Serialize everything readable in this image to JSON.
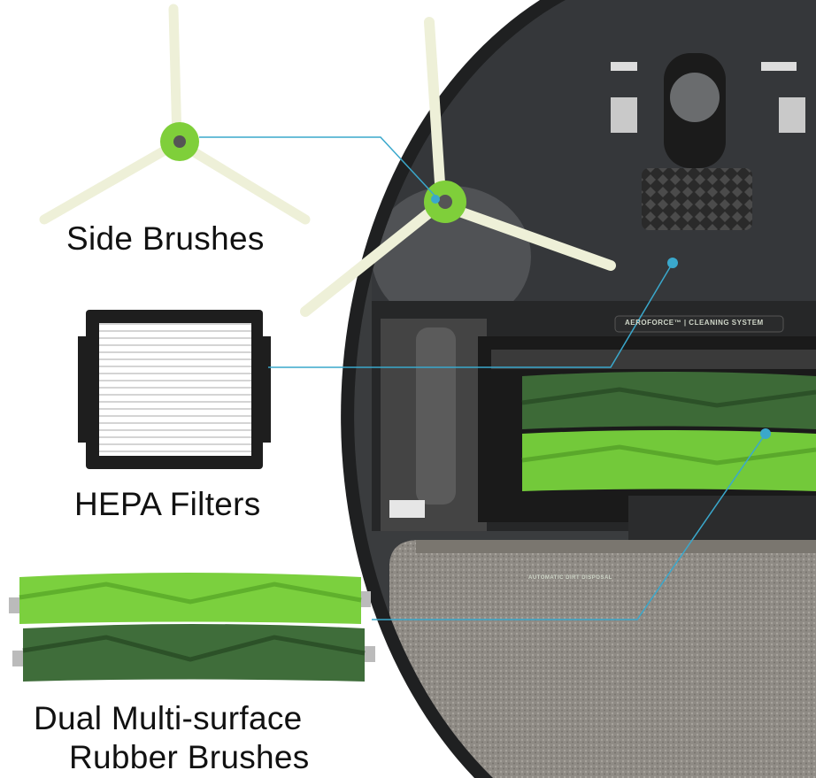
{
  "labels": {
    "side_brushes": "Side Brushes",
    "hepa_filters": "HEPA Filters",
    "rubber_line1": "Dual Multi-surface",
    "rubber_line2": "Rubber Brushes"
  },
  "robot_text": {
    "system": "AEROFORCE™ | CLEANING SYSTEM",
    "dirt_disposal": "AUTOMATIC DIRT DISPOSAL"
  },
  "colors": {
    "callout": "#3aa8cc",
    "light_green": "#7ccf3c",
    "dark_green": "#3f6d3a",
    "robot_body": "#2f3133",
    "mop_pad": "#8d8a84"
  }
}
